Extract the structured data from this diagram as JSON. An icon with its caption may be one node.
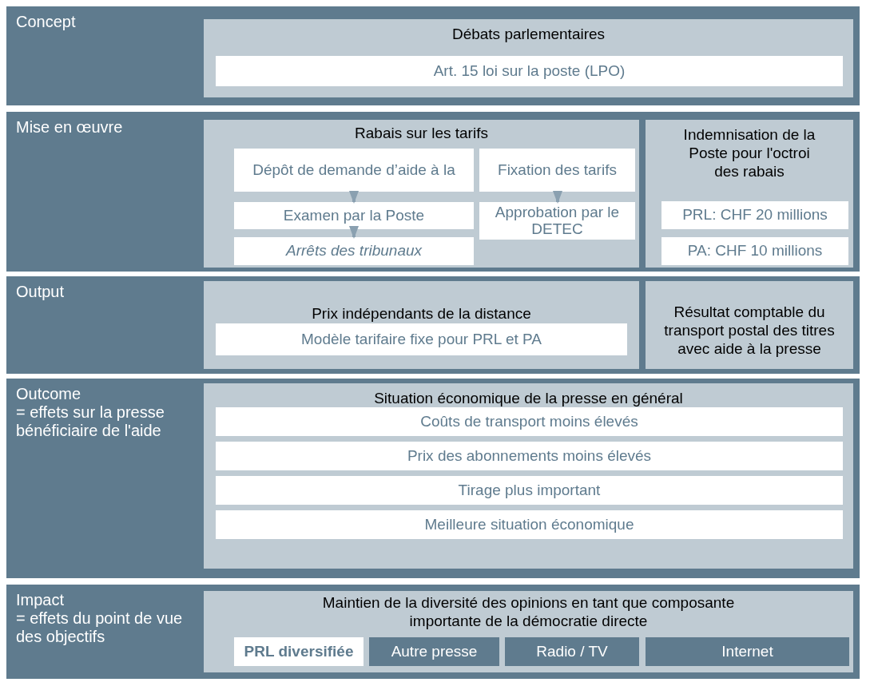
{
  "diagram": {
    "nodes": [
      {
        "text": [
          "Concept"
        ]
      },
      {
        "text": [
          "Débats parlementaires"
        ],
        "in": 0
      },
      {
        "text": [
          "Art. 15 loi sur la poste (LPO)"
        ],
        "in": 1
      },
      {
        "text": [
          "Mise en œuvre"
        ]
      },
      {
        "text": [
          "Rabais sur les tarifs"
        ],
        "in": 3
      },
      {
        "text": [
          "Dépôt de demande d’aide à la"
        ],
        "in": 4
      },
      {
        "text": [
          "Examen par la Poste"
        ],
        "in": 4
      },
      {
        "text": [
          "Arrêts des tribunaux"
        ],
        "in": 4
      },
      {
        "text": [
          "Fixation des tarifs"
        ],
        "in": 4
      },
      {
        "text": [
          "Approbation par le DETEC"
        ],
        "in": 4
      },
      {
        "text": [
          "Indemnisation de la Poste pour l'octroi des rabais"
        ],
        "in": 3
      },
      {
        "text": [
          "PRL: CHF 20 millions"
        ],
        "in": 10
      },
      {
        "text": [
          "PA: CHF 10 millions"
        ],
        "in": 10
      },
      {
        "text": [
          "Output"
        ]
      },
      {
        "text": [
          "Prix indépendants de la distance"
        ],
        "in": 13
      },
      {
        "text": [
          "Modèle tarifaire fixe pour PRL et PA"
        ],
        "in": 14
      },
      {
        "text": [
          "Résultat comptable du transport postal des titres avec aide à la presse"
        ],
        "in": 13
      },
      {
        "text": [
          "Outcome",
          "= effets sur la presse bénéficiaire de l'aide"
        ]
      },
      {
        "text": [
          "Situation économique de la presse en général"
        ],
        "in": 17
      },
      {
        "text": [
          "Coûts de transport moins élevés"
        ],
        "in": 18
      },
      {
        "text": [
          "Prix des abonnements moins élevés"
        ],
        "in": 18
      },
      {
        "text": [
          "Tirage plus important"
        ],
        "in": 18
      },
      {
        "text": [
          "Meilleure situation économique"
        ],
        "in": 18
      },
      {
        "text": [
          "Impact",
          "= effets du point de vue des objectifs"
        ]
      },
      {
        "text": [
          "Maintien de la diversité des opinions en tant que composante importante de la démocratie directe"
        ],
        "in": 23
      },
      {
        "text": [
          "PRL diversifiée"
        ],
        "in": 24
      },
      {
        "text": [
          "Autre presse"
        ],
        "in": 24
      },
      {
        "text": [
          "Radio / TV"
        ],
        "in": 24
      },
      {
        "text": [
          "Internet"
        ],
        "in": 24
      }
    ],
    "edges": [
      {
        "from": 5,
        "to": 6,
        "arrow": "to"
      },
      {
        "from": 6,
        "to": 7,
        "arrow": "to"
      },
      {
        "from": 8,
        "to": 9,
        "arrow": "to"
      }
    ]
  }
}
